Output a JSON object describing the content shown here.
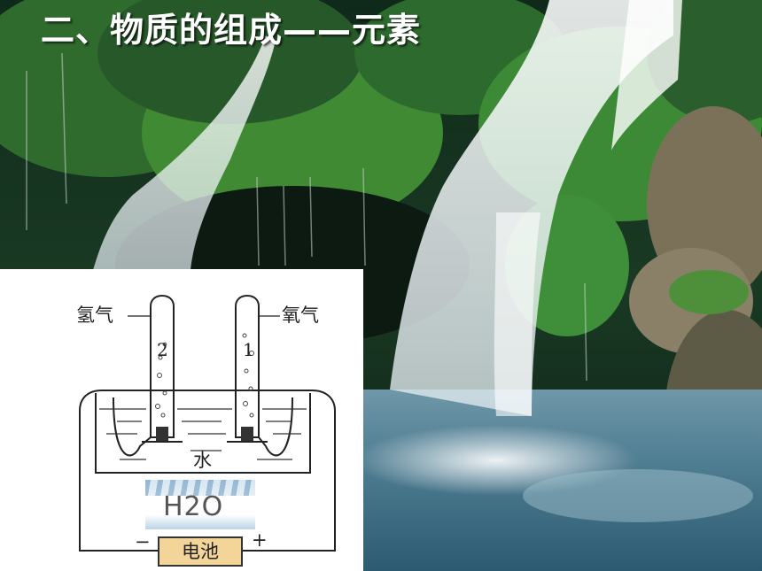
{
  "slide": {
    "title": "二、物质的组成——元素"
  },
  "diagram": {
    "hydrogen_label": "氢气",
    "oxygen_label": "氧气",
    "tube_left_number": "2",
    "tube_right_number": "1",
    "water_label": "水",
    "formula": "H2O",
    "battery_label": "电池",
    "minus_sign": "−",
    "plus_sign": "+"
  },
  "icons": [
    "waterfall-photo",
    "electrolysis-apparatus-icon",
    "battery-icon"
  ],
  "colors": {
    "title_text": "#ffffff",
    "battery_fill": "#f3d59a"
  }
}
